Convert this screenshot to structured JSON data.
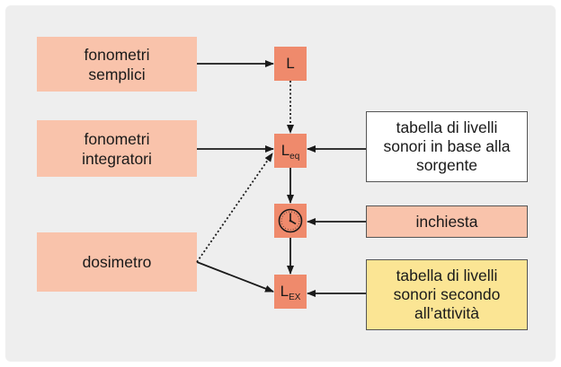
{
  "sources": {
    "fonometri_semplici": [
      "fonometri",
      "semplici"
    ],
    "fonometri_integratori": [
      "fonometri",
      "integratori"
    ],
    "dosimetro": "dosimetro"
  },
  "nodes": {
    "L": "L",
    "Leq": {
      "main": "L",
      "sub": "eq"
    },
    "clock": "clock-icon",
    "LEX": {
      "main": "L",
      "sub": "EX"
    }
  },
  "inputs": {
    "tabella_sorgente": [
      "tabella di livelli",
      "sonori in base alla",
      "sorgente"
    ],
    "inchiesta": "inchiesta",
    "tabella_attivita": [
      "tabella di livelli",
      "sonori secondo",
      "all’attività"
    ]
  },
  "colors": {
    "panel": "#eeeeee",
    "source_box": "#f9c3ab",
    "node_box": "#ef8a6c",
    "highlight_box": "#fbe594"
  }
}
